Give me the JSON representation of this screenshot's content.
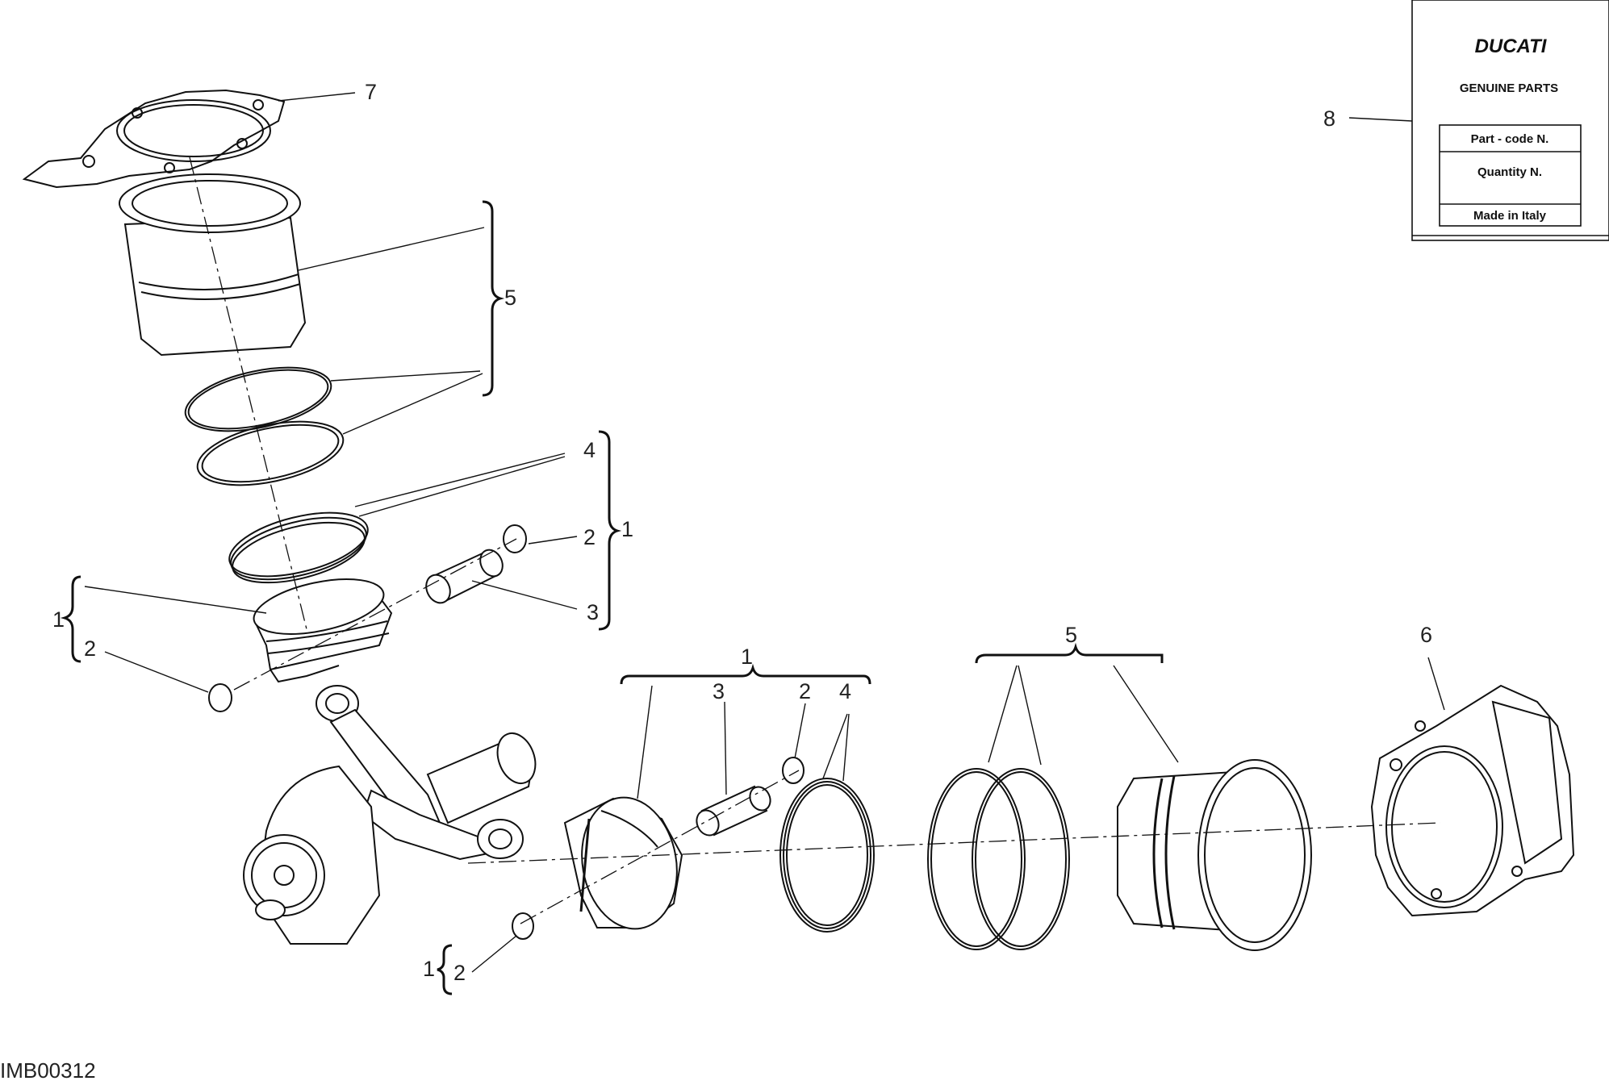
{
  "callouts": {
    "top_gasket": "7",
    "top_cylinder_group": "5",
    "top_rings": "4",
    "top_circlip": "2",
    "top_kit_right": "1",
    "top_pin": "3",
    "top_kit_left": "1",
    "top_piston_circlip": "2",
    "bottom_kit": "1",
    "bottom_pin": "3",
    "bottom_circlip": "2",
    "bottom_rings": "4",
    "bottom_cylinder_group": "5",
    "bottom_gasket": "6",
    "bottom_kit_lower": "1",
    "bottom_circlip_lower": "2",
    "label_ref": "8"
  },
  "label": {
    "brand": "DUCATI",
    "genuine": "GENUINE PARTS",
    "part_code": "Part - code N.",
    "quantity": "Quantity N.",
    "made_in": "Made in Italy"
  },
  "image_code": "IMB00312"
}
